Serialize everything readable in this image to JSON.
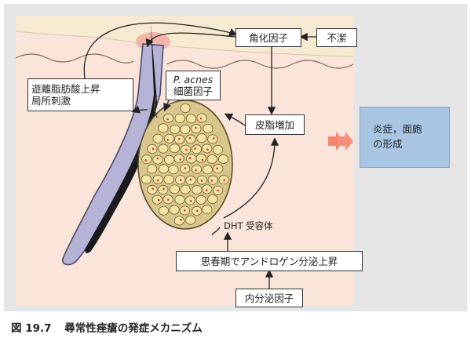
{
  "labels": {
    "keratinization": "角化因子",
    "dirty": "不潔",
    "fatty_acid_line1": "遊離脂肪酸上昇",
    "fatty_acid_line2": "局所刺激",
    "pacnes_line1": "P. acnes",
    "pacnes_line2": "細菌因子",
    "sebum_increase": "皮脂増加",
    "dht_receptor": "DHT 受容体",
    "androgen": "思春期でアンドロゲン分泌上昇",
    "endocrine": "内分泌因子",
    "outcome_line1": "炎症，面皰",
    "outcome_line2": "の形成"
  },
  "caption": {
    "number": "図 19.7",
    "title": "尋常性痤瘡の発症メカニズム"
  },
  "colors": {
    "background": "#fbe4da",
    "skin_surface": "#f6ead2",
    "hair_shaft": "#1a1a1a",
    "follicle": "#b6b4d6",
    "gland_cell": "#f4e4a4",
    "cell_nucleus": "#d9342b",
    "outcome_box": "#a8c5e2",
    "arrow_fill": "#f2876e"
  }
}
